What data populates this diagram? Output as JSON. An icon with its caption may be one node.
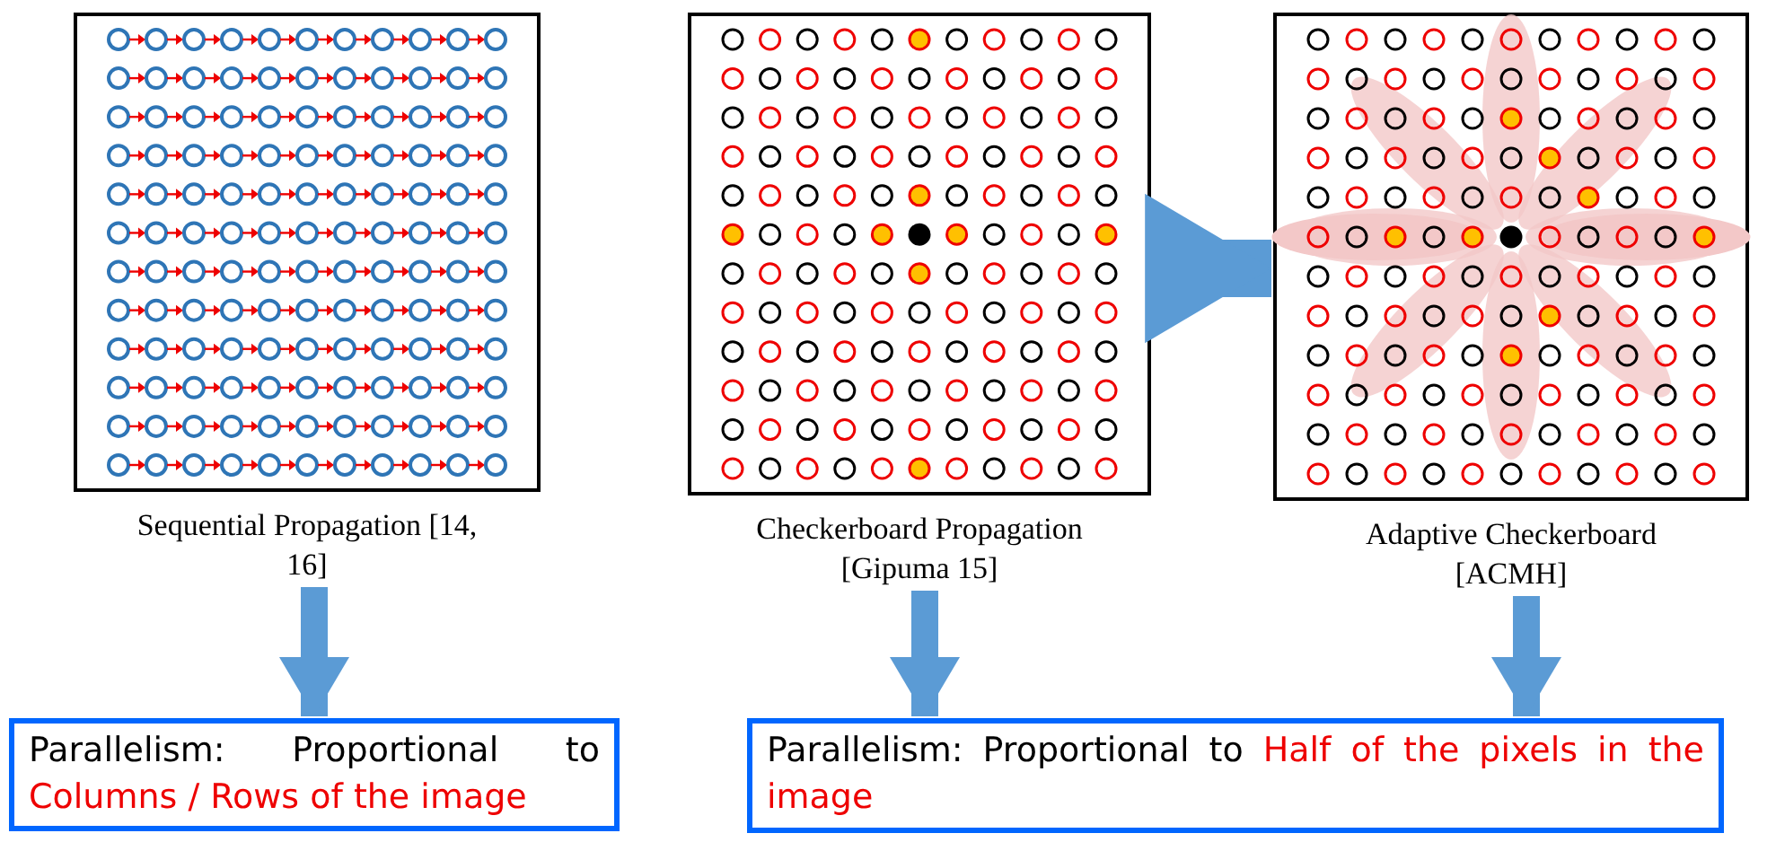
{
  "diagram": {
    "nodes": [
      {
        "text": [],
        "shape": "picture",
        "beside": [
          "Sequential Propagation [14, 16]"
        ]
      },
      {
        "text": [],
        "shape": "picture",
        "beside": [
          "Checkerboard Propagation [Gipuma 15]"
        ]
      },
      {
        "text": [],
        "shape": "picture",
        "beside": [
          "Adaptive Checkerboard [ACMH]"
        ]
      },
      {
        "text": [
          "Parallelism: Proportional to",
          "Columns / Rows of the image"
        ]
      },
      {
        "text": [
          "Parallelism: Proportional to",
          "Half of the pixels in the image"
        ]
      }
    ],
    "edges": [
      {
        "from": 1,
        "to": 2,
        "arrow": "to",
        "style": "thick"
      },
      {
        "from": 0,
        "to": 3,
        "arrow": "to"
      },
      {
        "from": 1,
        "to": 4,
        "arrow": "to"
      },
      {
        "from": 2,
        "to": 4,
        "arrow": "to"
      }
    ]
  }
}
